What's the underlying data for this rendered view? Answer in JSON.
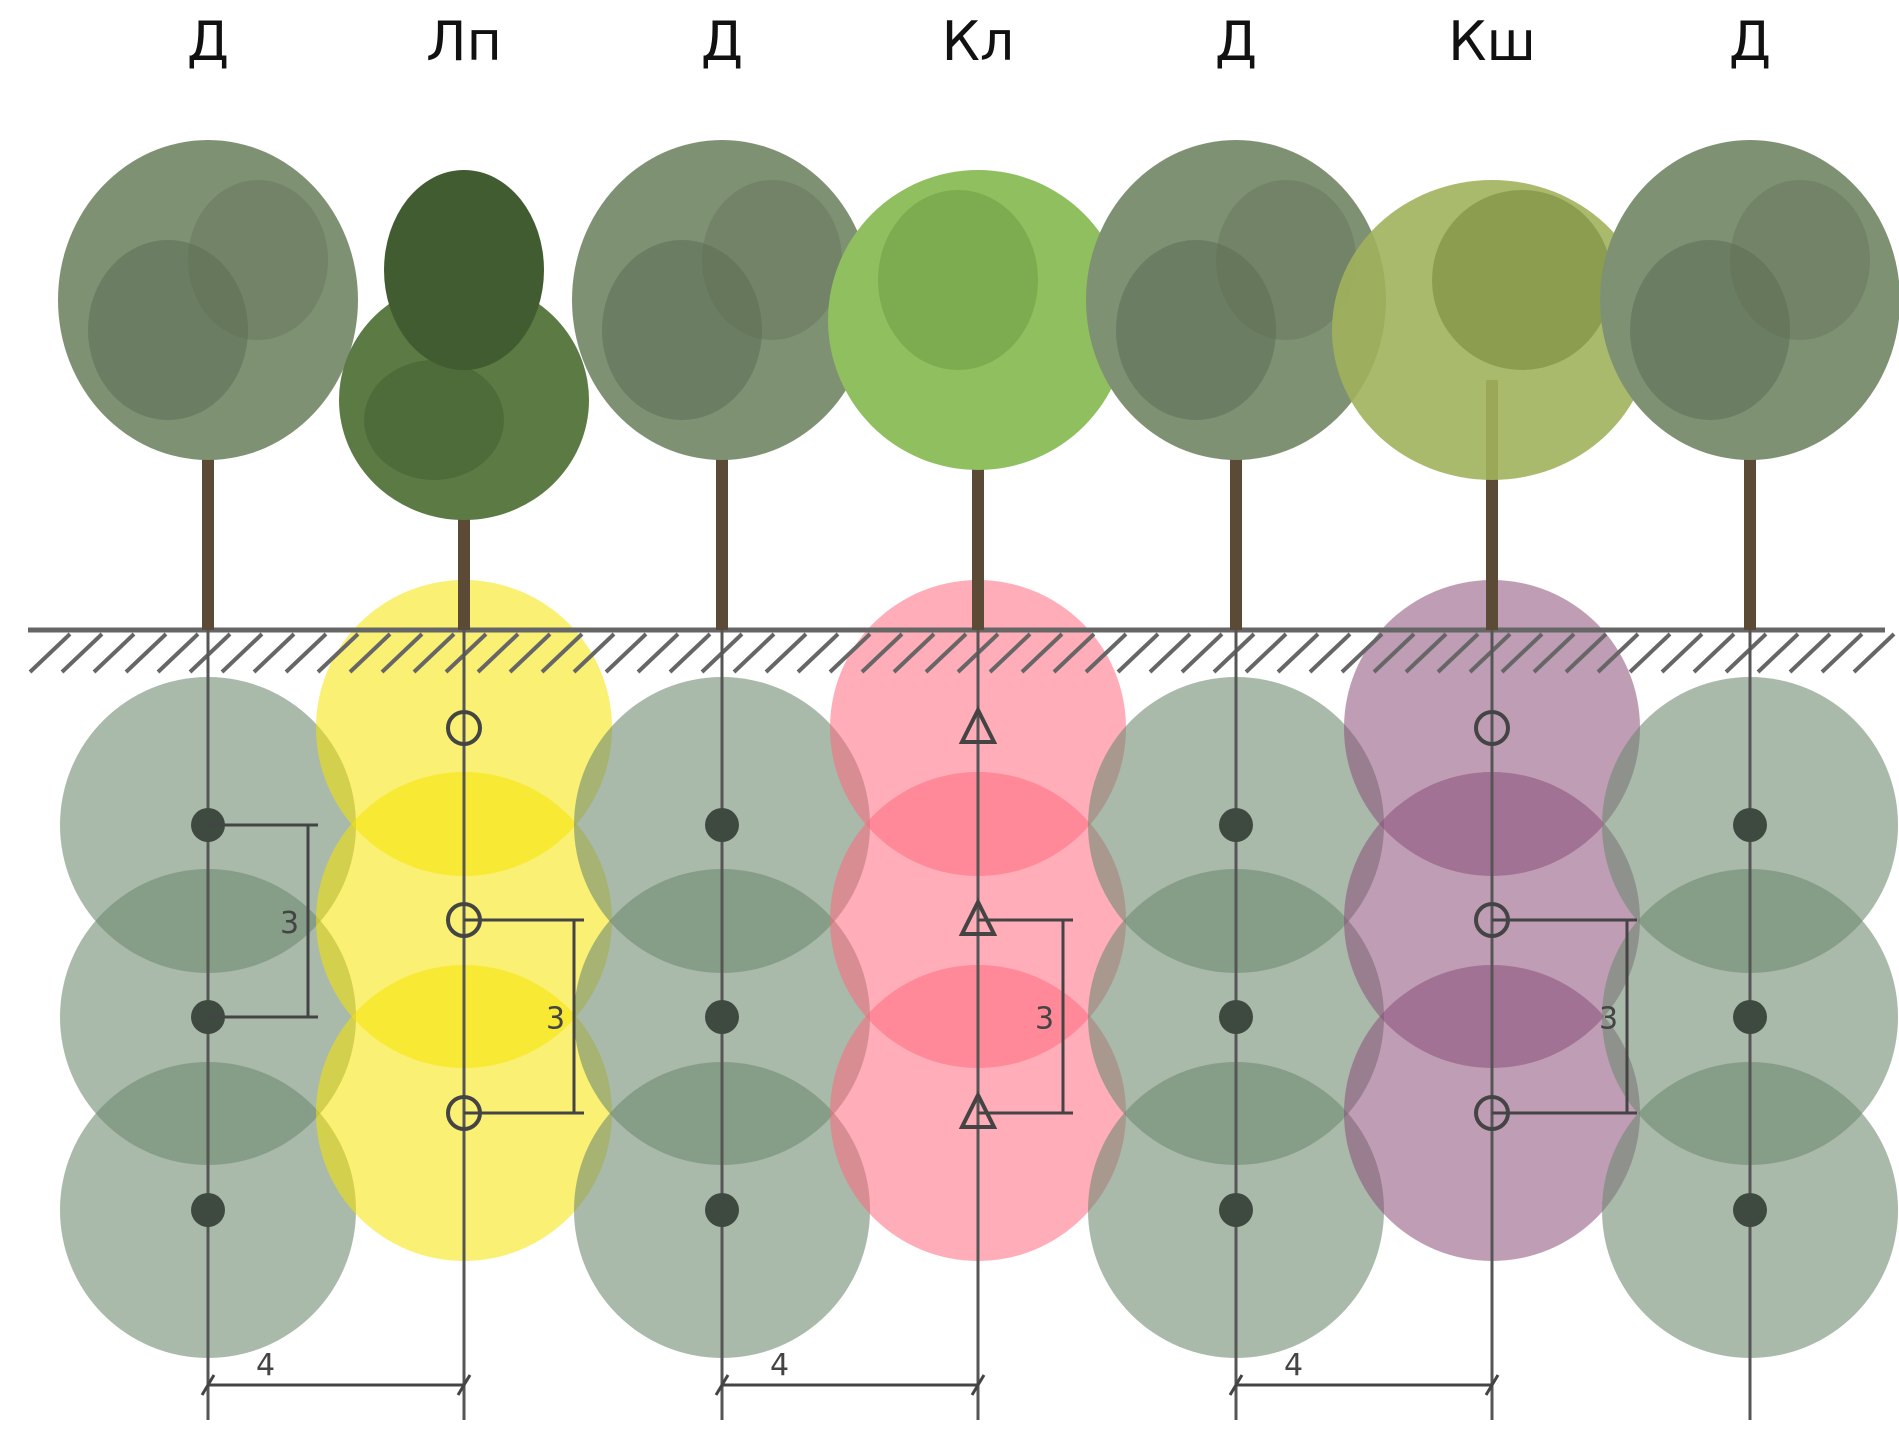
{
  "diagram": {
    "columns": [
      {
        "label": "Д",
        "species": "oak",
        "marker": "filled-dot",
        "color": "#6f8b72",
        "rows": 4
      },
      {
        "label": "Лп",
        "species": "linden",
        "marker": "open-circle",
        "color": "#f5e300",
        "rows": 3
      },
      {
        "label": "Д",
        "species": "oak",
        "marker": "filled-dot",
        "color": "#6f8b72",
        "rows": 4
      },
      {
        "label": "Кл",
        "species": "maple",
        "marker": "triangle",
        "color": "#ff6a80",
        "rows": 3
      },
      {
        "label": "Д",
        "species": "oak",
        "marker": "filled-dot",
        "color": "#6f8b72",
        "rows": 4
      },
      {
        "label": "Кш",
        "species": "chestnut",
        "marker": "crossed-circle",
        "color": "#8a4f78",
        "rows": 3
      },
      {
        "label": "Д",
        "species": "oak",
        "marker": "filled-dot",
        "color": "#6f8b72",
        "rows": 4
      }
    ],
    "row_spacing_label": "3",
    "column_spacing_label": "4",
    "ground_color": "#666666"
  }
}
